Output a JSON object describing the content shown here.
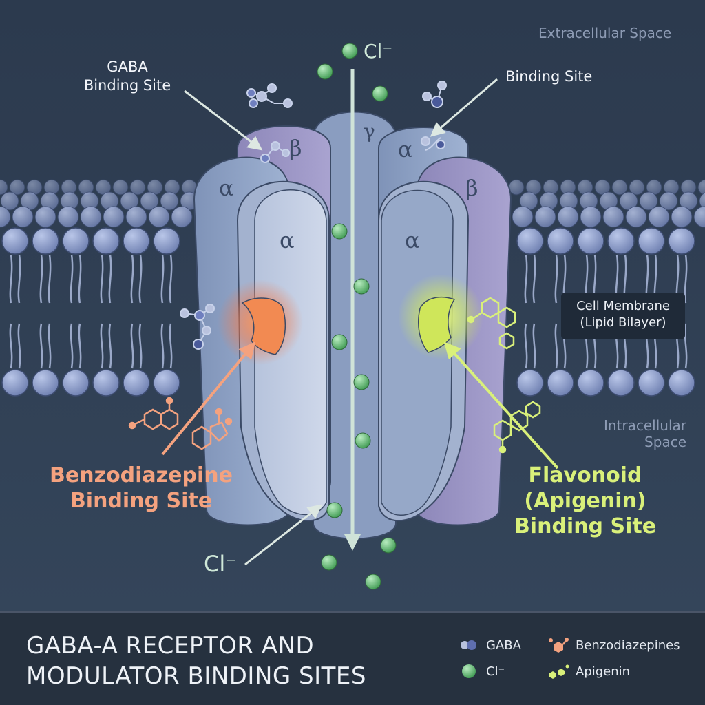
{
  "regions": {
    "extracellular": "Extracellular Space",
    "intracellular_line1": "Intracellular",
    "intracellular_line2": "Space"
  },
  "membrane": {
    "line1": "Cell Membrane",
    "line2": "(Lipid Bilayer)"
  },
  "ion_labels": {
    "top": "Cl⁻",
    "bottom": "Cl⁻"
  },
  "subunits": {
    "left_outer": "α",
    "left_back": "β",
    "left_inner": "α",
    "center": "γ",
    "right_back": "α",
    "right_outer": "β",
    "right_inner": "α"
  },
  "sites": {
    "gaba": {
      "line1": "GABA",
      "line2": "Binding Site"
    },
    "right_top": "Binding Site",
    "benzodiazepine": {
      "line1": "Benzodiazepine",
      "line2": "Binding Site"
    },
    "flavonoid": {
      "line1": "Flavonoid",
      "line2": "(Apigenin)",
      "line3": "Binding Site"
    }
  },
  "footer": {
    "title_line1": "GABA-A RECEPTOR AND",
    "title_line2": "MODULATOR BINDING SITES",
    "legend": [
      {
        "icon": "gaba-molecule-icon",
        "label": "GABA"
      },
      {
        "icon": "benzodiazepine-molecule-icon",
        "label": "Benzodiazepines"
      },
      {
        "icon": "chloride-ion-icon",
        "label": "Cl⁻"
      },
      {
        "icon": "apigenin-molecule-icon",
        "label": "Apigenin"
      }
    ]
  },
  "colors": {
    "background": "#2f3c4f",
    "benzodiazepine": "#f4a27f",
    "flavonoid": "#d9f07a",
    "chloride": "#6fc17f",
    "gaba": "#6f7fbf",
    "protein_blue": "#8fa4c6",
    "protein_purple": "#9b95c4"
  }
}
